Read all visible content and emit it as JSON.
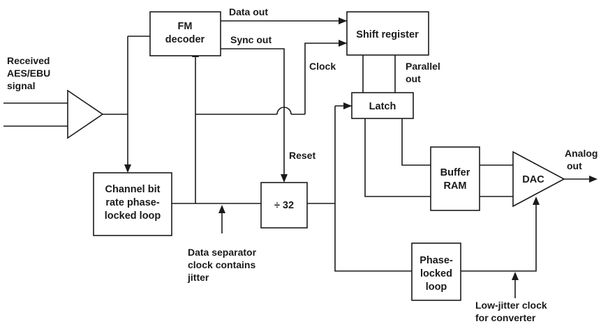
{
  "blocks": {
    "fm_decoder": [
      "FM",
      "decoder"
    ],
    "shift_register": "Shift register",
    "latch": "Latch",
    "pll_channel": [
      "Channel bit",
      "rate phase-",
      "locked loop"
    ],
    "divider": "÷ 32",
    "buffer_ram": [
      "Buffer",
      "RAM"
    ],
    "dac": "DAC",
    "pll_output": [
      "Phase-",
      "locked",
      "loop"
    ]
  },
  "signals": {
    "input": [
      "Received",
      "AES/EBU",
      "signal"
    ],
    "data_out": "Data out",
    "sync_out": "Sync out",
    "clock": "Clock",
    "parallel_out": [
      "Parallel",
      "out"
    ],
    "reset": "Reset",
    "analog_out": [
      "Analog",
      "out"
    ]
  },
  "annotations": {
    "jitter_note": [
      "Data separator",
      "clock contains",
      "jitter"
    ],
    "low_jitter_note": [
      "Low-jitter clock",
      "for converter"
    ]
  }
}
